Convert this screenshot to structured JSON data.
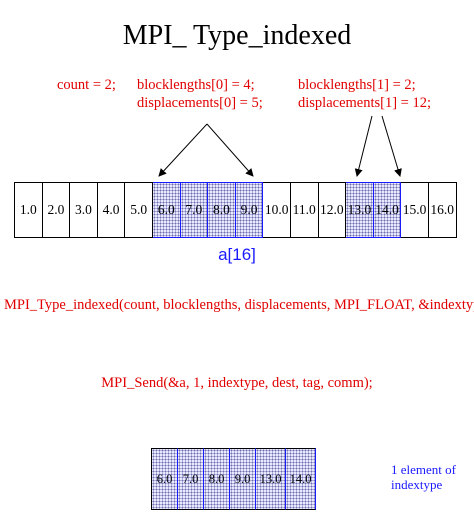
{
  "title": "MPI_ Type_indexed",
  "params": {
    "count": "count = 2;",
    "bl0": "blocklengths[0] = 4;",
    "disp0": "displacements[0] = 5;",
    "bl1": "blocklengths[1] = 2;",
    "disp1": "displacements[1] = 12;"
  },
  "array": {
    "label": "a[16]",
    "cells": [
      "1.0",
      "2.0",
      "3.0",
      "4.0",
      "5.0",
      "6.0",
      "7.0",
      "8.0",
      "9.0",
      "10.0",
      "11.0",
      "12.0",
      "13.0",
      "14.0",
      "15.0",
      "16.0"
    ],
    "highlighted": [
      5,
      6,
      7,
      8,
      12,
      13
    ]
  },
  "code": {
    "type_indexed": "MPI_Type_indexed(count, blocklengths, displacements, MPI_FLOAT, &indextype);",
    "send": "MPI_Send(&a, 1, indextype, dest, tag, comm);"
  },
  "result": {
    "cells": [
      "6.0",
      "7.0",
      "8.0",
      "9.0",
      "13.0",
      "14.0"
    ],
    "label_line1": "1 element of",
    "label_line2": "indextype"
  },
  "colors": {
    "red": "#e00000",
    "blue": "#1a1aff"
  }
}
